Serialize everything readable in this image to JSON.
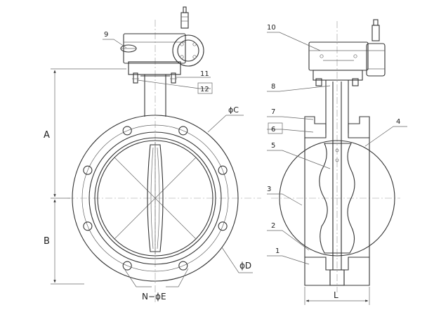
{
  "parts_left": {
    "p9": "9",
    "p11": "11",
    "p12": "12"
  },
  "parts_right": {
    "p10": "10",
    "p8": "8",
    "p7": "7",
    "p6": "6",
    "p5": "5",
    "p4": "4",
    "p3": "3",
    "p2": "2",
    "p1": "1"
  },
  "dimensions": {
    "A": "A",
    "B": "B",
    "phiC": "ϕC",
    "phiD": "ϕD",
    "NphiE": "N−ϕE",
    "L": "L"
  },
  "bolt_count": 8
}
